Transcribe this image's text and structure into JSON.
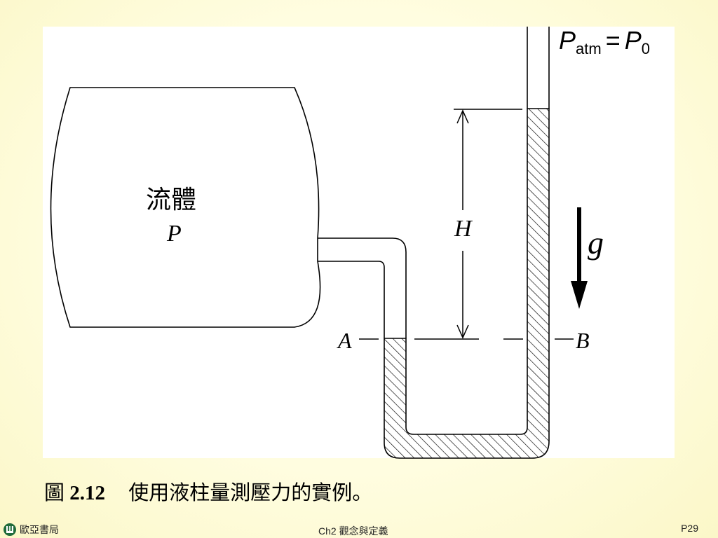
{
  "figure": {
    "atm_label": {
      "symbol": "P",
      "subscript": "atm",
      "equals": "=",
      "rhs_symbol": "P",
      "rhs_subscript": "0"
    },
    "fluid_label": "流體",
    "fluid_symbol": "P",
    "height_label": "H",
    "gravity_label": "g",
    "point_a": "A",
    "point_b": "B"
  },
  "caption": {
    "prefix": "圖",
    "number": "2.12",
    "text": "使用液柱量測壓力的實例。"
  },
  "footer": {
    "publisher": "歐亞書局",
    "chapter": "Ch2 觀念與定義",
    "page": "P29"
  },
  "colors": {
    "background": "#fffde0",
    "figure_background": "#ffffff",
    "line": "#000000",
    "logo": "#1f6b3a"
  }
}
